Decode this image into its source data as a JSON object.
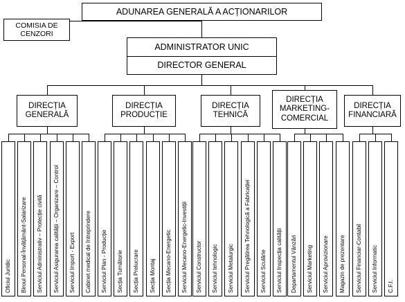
{
  "top": "ADUNAREA GENERALĂ A ACȚIONARILOR",
  "censors": "COMISIA DE CENZORI",
  "admin": "ADMINISTRATOR UNIC",
  "director": "DIRECTOR GENERAL",
  "directions": [
    {
      "name": "DIRECȚIA GENERALĂ",
      "services": [
        "Oficiul Juridic",
        "Biroul Personal-Învățământ-Salarizare",
        "Serviciul Administrativ – Protecție civilă",
        "Serviciul Asigurarea calității – Organizare – Control",
        "Serviciul Import - Export",
        "Cabinet medical de întreprindere"
      ]
    },
    {
      "name": "DIRECȚIA PRODUCȚIE",
      "services": [
        "Serviciul Plan - Producție",
        "Secția Turnătorie",
        "Secția Prelucrare",
        "Secția Montaj",
        "Secția Mecano-Energetic",
        "Serviciul Mecano-Energetic-Investiții"
      ]
    },
    {
      "name": "DIRECȚIA TEHNICĂ",
      "services": [
        "Serviciul Constructor",
        "Serviciul tehnologic",
        "Serviciul Metalurgic",
        "Serviciul Pregătirea Tehnologică a Fabricației",
        "Serviciul Sculărie",
        "Serviciul Inspecția calității"
      ]
    },
    {
      "name": "DIRECȚIA MARKETING-COMERCIAL",
      "services": [
        "Departamentul Vânzări",
        "Serviciul Marketing",
        "Serviciul Aprovizionare",
        "Magazin de prezentare"
      ]
    },
    {
      "name": "DIRECȚIA FINANCIARĂ",
      "services": [
        "Serviciul Financiar-Contabil",
        "Serviciul Informatic",
        "C.F.I."
      ]
    }
  ]
}
